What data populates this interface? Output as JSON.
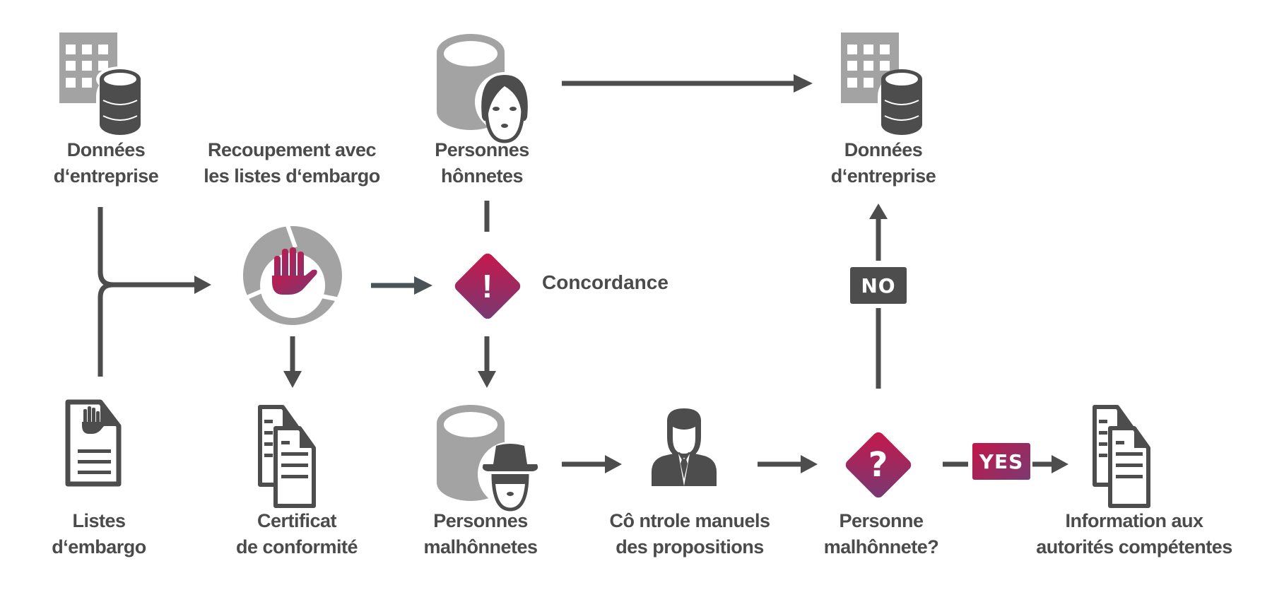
{
  "colors": {
    "dark_gray": "#4d4d4d",
    "light_gray": "#a3a3a3",
    "accent_start": "#c2174a",
    "accent_end": "#7a3a72"
  },
  "nodes": {
    "company_data_top": {
      "line1": "Données",
      "line2": "d‘entreprise",
      "icon": "building-database-icon"
    },
    "cross_check": {
      "line1": "Recoupement avec",
      "line2": "les listes d‘embargo",
      "icon": "cycle-stop-hand-icon"
    },
    "honest_people": {
      "line1": "Personnes",
      "line2": "hônnetes",
      "icon": "database-woman-icon"
    },
    "company_data_right": {
      "line1": "Données",
      "line2": "d‘entreprise",
      "icon": "building-database-icon"
    },
    "embargo_lists": {
      "line1": "Listes",
      "line2": "d‘embargo",
      "icon": "document-stop-hand-icon"
    },
    "certificate": {
      "line1": "Certificat",
      "line2": "de conformité",
      "icon": "documents-icon"
    },
    "dishonest_people": {
      "line1": "Personnes",
      "line2": "malhônnetes",
      "icon": "database-spy-icon"
    },
    "manual_check": {
      "line1": "Cô ntrole manuels",
      "line2": "des propositions",
      "icon": "businessman-icon"
    },
    "dishonest_question": {
      "line1": "Personne",
      "line2": "malhônnete?",
      "icon": "question-diamond-icon"
    },
    "authorities": {
      "line1": "Information aux",
      "line2": "autorités compétentes",
      "icon": "documents-icon"
    }
  },
  "match": {
    "label": "Concordance",
    "symbol": "!"
  },
  "decision": {
    "symbol": "?",
    "no_label": "NO",
    "yes_label": "YES"
  }
}
